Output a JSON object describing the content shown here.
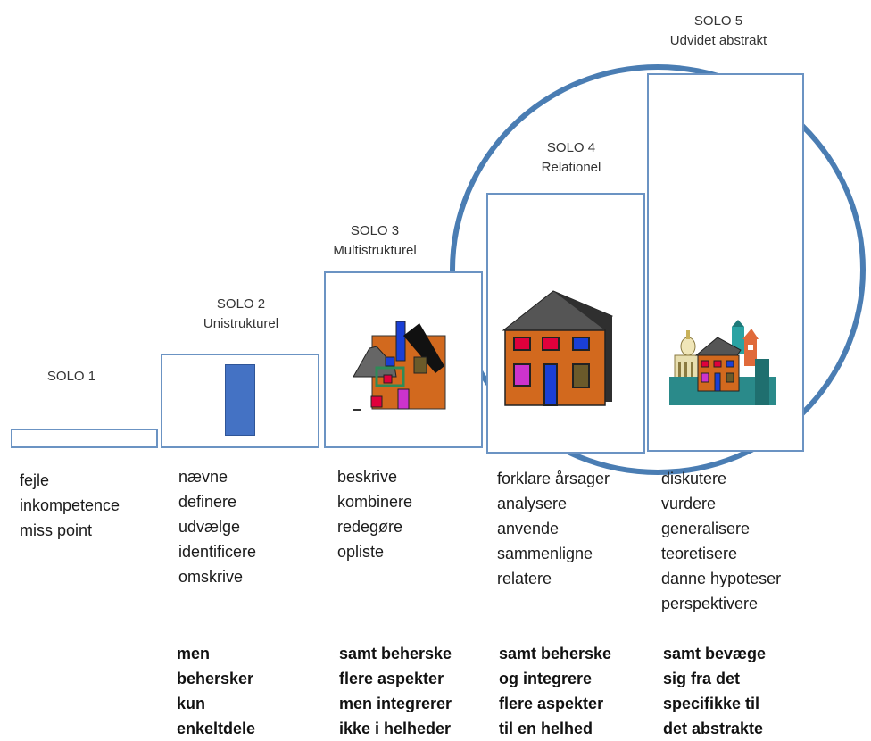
{
  "levels": [
    {
      "name": "SOLO 1",
      "subtitle": "",
      "verbs": [
        "fejle",
        "inkompetence",
        "miss point"
      ],
      "qualifier": []
    },
    {
      "name": "SOLO 2",
      "subtitle": "Unistrukturel",
      "verbs": [
        "nævne",
        "definere",
        "udvælge",
        "identificere",
        "omskrive"
      ],
      "qualifier": [
        "men",
        "behersker",
        "kun",
        "enkeltdele"
      ]
    },
    {
      "name": "SOLO 3",
      "subtitle": "Multistrukturel",
      "verbs": [
        "beskrive",
        "kombinere",
        "redegøre",
        "opliste"
      ],
      "qualifier": [
        "samt beherske",
        "flere aspekter",
        "men integrerer",
        "ikke i helheder"
      ]
    },
    {
      "name": "SOLO 4",
      "subtitle": "Relationel",
      "verbs": [
        "forklare årsager",
        "analysere",
        "anvende",
        "sammenligne",
        "relatere"
      ],
      "qualifier": [
        "samt beherske",
        "og integrere",
        "flere aspekter",
        "til en helhed"
      ]
    },
    {
      "name": "SOLO 5",
      "subtitle": "Udvidet abstrakt",
      "verbs": [
        "diskutere",
        "vurdere",
        "generalisere",
        "teoretisere",
        "danne hypoteser",
        "perspektivere"
      ],
      "qualifier": [
        "samt bevæge",
        "sig fra det",
        "specifikke til",
        "det abstrakte"
      ]
    }
  ],
  "colors": {
    "circle": "#4a7db3",
    "box_border": "#6b93c3",
    "solo2_bar": "#4472c4",
    "house_wall": "#d2691e",
    "roof": "#555555"
  }
}
